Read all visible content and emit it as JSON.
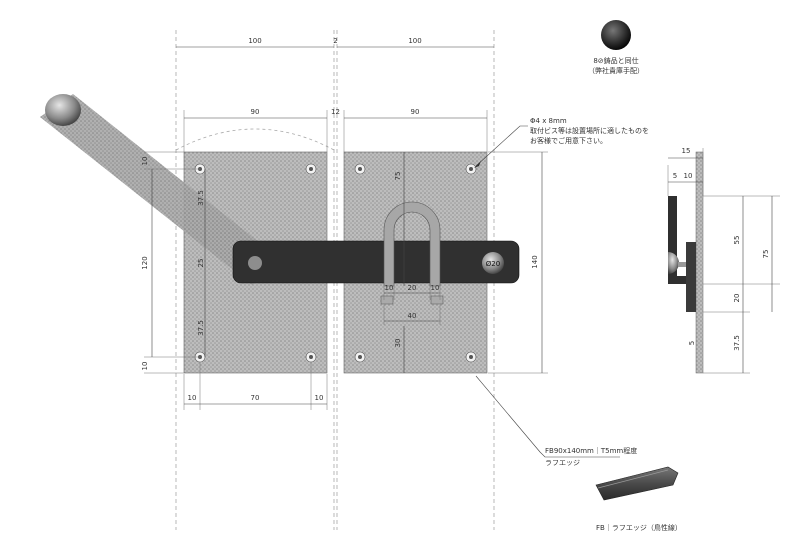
{
  "dims_top": {
    "left_100": "100",
    "gap_2": "2",
    "right_100": "100"
  },
  "dims_plate": {
    "left_90": "90",
    "gap_12": "12",
    "right_90": "90"
  },
  "dims_left_vertical": {
    "top_10": "10",
    "h_120": "120",
    "bottom_10": "10",
    "a_37_5": "37.5",
    "b_25": "25",
    "c_37_5": "37.5"
  },
  "dims_bottom": {
    "left_10": "10",
    "mid_70": "70",
    "right_10": "10"
  },
  "dims_right_plate": {
    "h_140": "140",
    "staple_75": "75",
    "staple_30": "30"
  },
  "dims_staple": {
    "w10_left": "10",
    "w20": "20",
    "w10_right": "10",
    "w40": "40"
  },
  "bar_hole": {
    "label": "Ø20"
  },
  "screw_note": {
    "line1": "Φ4 x 8mm",
    "line2": "取付ビス等は設置場所に適したものを",
    "line3": "お客様でご用意下さい。"
  },
  "ornament_note": {
    "line1": "8⊘鋳品と同仕",
    "line2": "（弊社貴庫手配）"
  },
  "fb_note": {
    "line1": "FB90x140mm｜T5mm程度",
    "line2": "ラフエッジ"
  },
  "side_dims": {
    "w15": "15",
    "w5": "5",
    "w10": "10",
    "h55": "55",
    "h75": "75",
    "h20": "20",
    "h37_5": "37.5",
    "h5": "5"
  },
  "caption": "FB｜ラフエッジ（鳥性線）"
}
